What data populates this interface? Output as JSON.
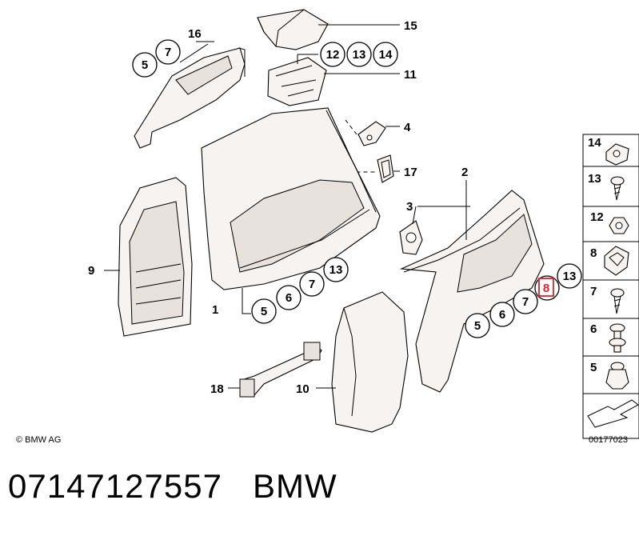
{
  "callouts": {
    "c1": "1",
    "c2": "2",
    "c3": "3",
    "c4": "4",
    "c9": "9",
    "c10": "10",
    "c11": "11",
    "c15": "15",
    "c16": "16",
    "c17": "17",
    "c18": "18"
  },
  "circles": {
    "top_5": "5",
    "top_7": "7",
    "top_12": "12",
    "top_13": "13",
    "top_14": "14",
    "mid_5": "5",
    "mid_6": "6",
    "mid_7": "7",
    "mid_13": "13",
    "right_5": "5",
    "right_6": "6",
    "right_7": "7",
    "right_8": "8",
    "right_13": "13"
  },
  "legend": {
    "items": [
      "14",
      "13",
      "12",
      "8",
      "7",
      "6",
      "5"
    ],
    "code": "00177023"
  },
  "copyright": "© BMW AG",
  "highlight_color": "#e0202a",
  "caption": {
    "part_number": "07147127557",
    "brand": "BMW"
  }
}
